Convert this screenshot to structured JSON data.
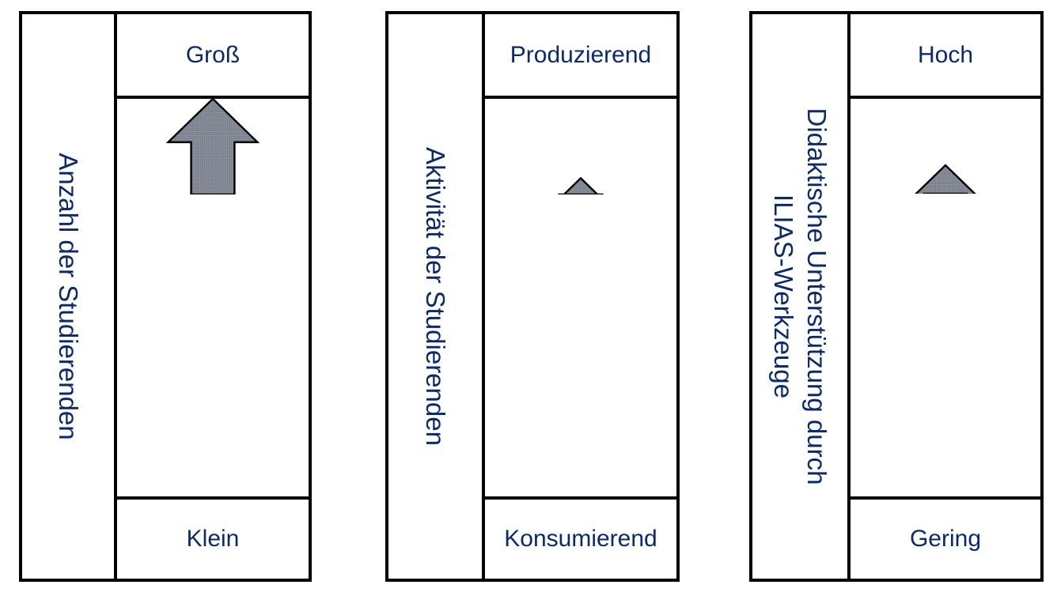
{
  "panels": [
    {
      "side_lines": [
        "Anzahl der Studierenden"
      ],
      "top_label": "Groß",
      "bottom_label": "Klein",
      "level": 1.0
    },
    {
      "side_lines": [
        "Aktivität der Studierenden"
      ],
      "top_label": "Produzierend",
      "bottom_label": "Konsumierend",
      "level": 0.17
    },
    {
      "side_lines": [
        "Didaktische Unterstützung durch",
        "ILIAS-Werkzeuge"
      ],
      "top_label": "Hoch",
      "bottom_label": "Gering",
      "level": 0.3
    }
  ],
  "colors": {
    "text": "#0b2a6b",
    "arrow_fill": "#7a7f8c",
    "border": "#000000"
  }
}
